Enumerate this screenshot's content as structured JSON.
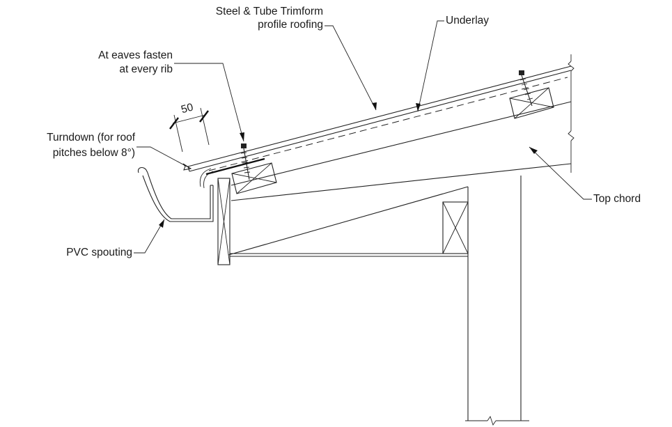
{
  "labels": {
    "roofing_line1": "Steel & Tube Trimform",
    "roofing_line2": "profile roofing",
    "underlay": "Underlay",
    "eaves_line1": "At eaves fasten",
    "eaves_line2": "at every rib",
    "turndown_line1": "Turndown (for roof",
    "turndown_line2": "pitches below 8°)",
    "top_chord": "Top chord",
    "spouting": "PVC spouting",
    "dimension": "50"
  }
}
